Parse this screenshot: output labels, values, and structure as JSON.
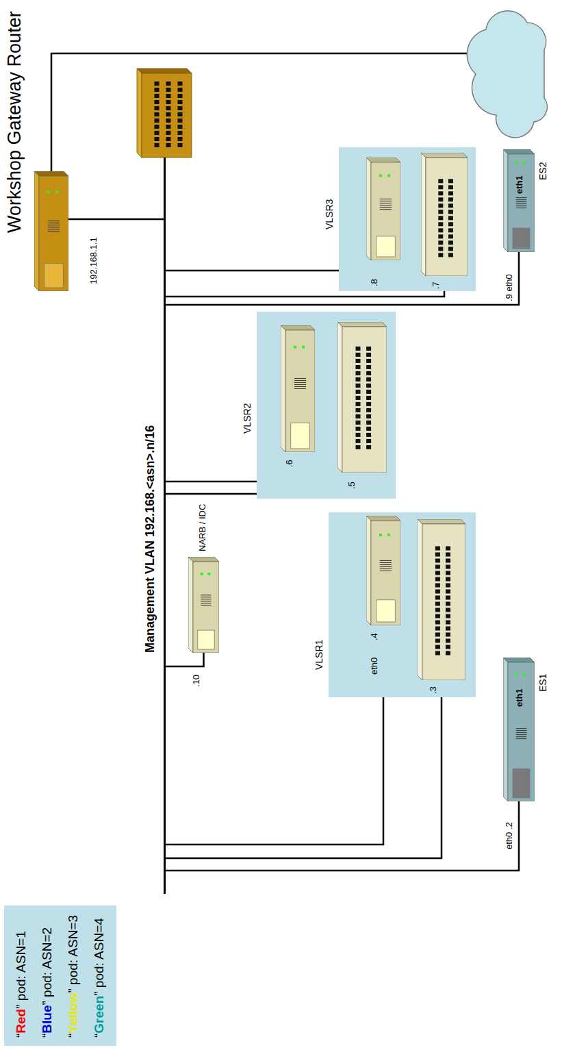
{
  "diagram": {
    "nodes": [
      {
        "text": [
          "“Red” pod: ASN=1",
          "“Blue” pod: ASN=2",
          "“Yellow” pod: ASN=3",
          "“Green” pod: ASN=4"
        ]
      },
      {
        "text": [
          "Workshop Gateway Router",
          "192.168.1.1"
        ]
      },
      {
        "text": [
          "Management VLAN 192.168.<asn>.n/16"
        ]
      },
      {
        "text": [
          "NARB / IDC",
          ".10"
        ]
      },
      {
        "text": [
          "VLSR1"
        ]
      },
      {
        "text": [
          "eth0",
          ".4"
        ],
        "in": 4
      },
      {
        "text": [
          ".3"
        ],
        "in": 4
      },
      {
        "text": [
          "VLSR2"
        ]
      },
      {
        "text": [
          ".6"
        ],
        "in": 7
      },
      {
        "text": [
          ".5"
        ],
        "in": 7
      },
      {
        "text": [
          "VLSR3"
        ]
      },
      {
        "text": [
          ".8"
        ],
        "in": 10
      },
      {
        "text": [
          ".7"
        ],
        "in": 10
      },
      {
        "text": [
          "eth1",
          "ES1",
          "eth0 .2"
        ]
      },
      {
        "text": [
          "eth1",
          "ES2",
          ".9 eth0"
        ]
      }
    ],
    "edges": [
      {
        "from": 2,
        "to": 1,
        "arrow": "none"
      },
      {
        "from": 2,
        "to": 3,
        "arrow": "none"
      },
      {
        "from": 2,
        "to": 5,
        "arrow": "none"
      },
      {
        "from": 2,
        "to": 6,
        "arrow": "none"
      },
      {
        "from": 2,
        "to": 13,
        "arrow": "none"
      },
      {
        "from": 2,
        "to": 8,
        "arrow": "none"
      },
      {
        "from": 2,
        "to": 9,
        "arrow": "none"
      },
      {
        "from": 2,
        "to": 11,
        "arrow": "none"
      },
      {
        "from": 2,
        "to": 12,
        "arrow": "none"
      },
      {
        "from": 2,
        "to": 14,
        "arrow": "none"
      }
    ]
  }
}
